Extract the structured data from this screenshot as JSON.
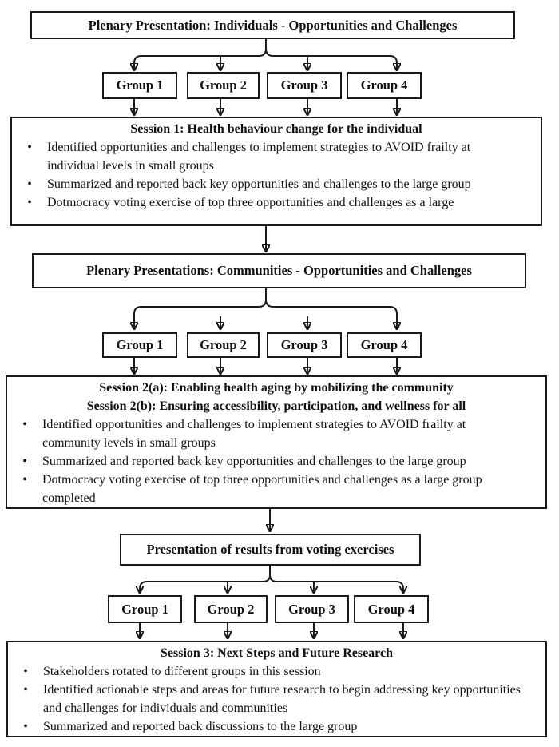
{
  "diagram": {
    "bullet_char": "•",
    "colors": {
      "line": "#1a1a1a",
      "text": "#111111",
      "background": "#ffffff"
    },
    "groups": [
      "Group 1",
      "Group 2",
      "Group 3",
      "Group 4"
    ],
    "plenary_individuals": {
      "title": "Plenary Presentation: Individuals - Opportunities and Challenges"
    },
    "session1": {
      "title": "Session 1: Health behaviour change for the individual",
      "bullets": [
        "Identified opportunities and challenges to implement strategies to AVOID frailty at individual levels in small groups",
        "Summarized and reported back key opportunities and challenges to the large group",
        "Dotmocracy voting exercise of top three opportunities and challenges as a large"
      ]
    },
    "plenary_communities": {
      "title": "Plenary Presentations: Communities - Opportunities and Challenges"
    },
    "session2": {
      "title_a": "Session 2(a): Enabling health aging by mobilizing the community",
      "title_b": "Session 2(b): Ensuring accessibility, participation, and wellness for all",
      "bullets": [
        "Identified opportunities and challenges to implement strategies to AVOID frailty at community levels in small groups",
        "Summarized and reported back key opportunities and challenges to the large group",
        "Dotmocracy voting exercise of top three opportunities and challenges as a large group completed"
      ]
    },
    "voting_results": {
      "title": "Presentation of results from voting exercises"
    },
    "session3": {
      "title": "Session 3: Next Steps and Future Research",
      "bullets": [
        "Stakeholders rotated to different groups in this session",
        "Identified actionable steps and areas for future research to begin addressing key opportunities and challenges for individuals and communities",
        "Summarized and reported back discussions to the large group"
      ]
    }
  }
}
